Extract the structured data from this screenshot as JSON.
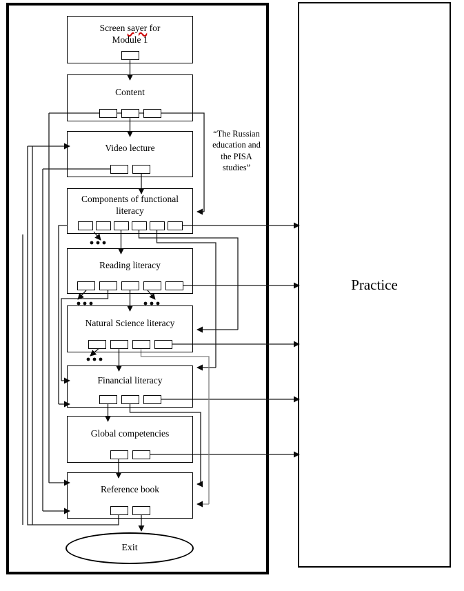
{
  "colors": {
    "line": "#1a1a1a",
    "gray_line": "#808080",
    "squiggle": "#cc0000",
    "border": "#000000"
  },
  "practice": {
    "label": "Practice"
  },
  "annotation": {
    "text": "“The Russian\neducation and\nthe PISA\nstudies”"
  },
  "exit": {
    "label": "Exit"
  },
  "screen_saver": {
    "label_pre": "Screen ",
    "misspelled": "sayer",
    "label_post": " for",
    "line2": "Module 1",
    "buttons": 1
  },
  "boxes": [
    {
      "id": "content",
      "label": "Content",
      "buttons": 3
    },
    {
      "id": "video-lecture",
      "label": "Video lecture",
      "buttons": 2
    },
    {
      "id": "components",
      "label": "Components of functional\nliteracy",
      "buttons": 6
    },
    {
      "id": "reading-literacy",
      "label": "Reading literacy",
      "buttons": 5
    },
    {
      "id": "natural-science",
      "label": "Natural Science literacy",
      "buttons": 4
    },
    {
      "id": "financial",
      "label": "Financial literacy",
      "buttons": 3
    },
    {
      "id": "global",
      "label": "Global competencies",
      "buttons": 2
    },
    {
      "id": "reference-book",
      "label": "Reference book",
      "buttons": 2
    }
  ]
}
